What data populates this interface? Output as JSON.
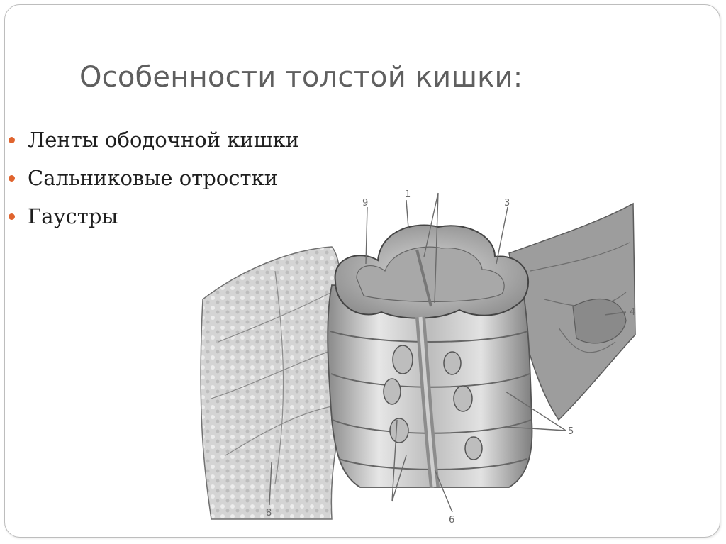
{
  "slide": {
    "title": "Особенности толстой кишки:",
    "bullets": [
      "Ленты ободочной кишки",
      "Сальниковые отростки",
      "Гаустры"
    ],
    "accent_color": "#e0642e",
    "title_color": "#5f5f5f"
  },
  "figure": {
    "labels": [
      "9",
      "1",
      "3",
      "4",
      "5",
      "8",
      "6"
    ]
  }
}
